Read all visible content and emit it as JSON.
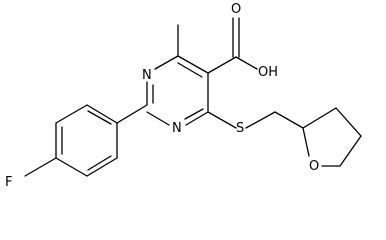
{
  "molecule": {
    "atom_labels": {
      "fluorine": "F",
      "ring_nitrogen_top": "N",
      "ring_nitrogen_bottom": "N",
      "hydroxyl": "OH",
      "carbonyl_oxygen": "O",
      "thioether_sulfur": "S",
      "ring_oxygen": "O"
    },
    "colors": {
      "bond": "#000000",
      "label": "#000000",
      "background": "#ffffff"
    }
  }
}
